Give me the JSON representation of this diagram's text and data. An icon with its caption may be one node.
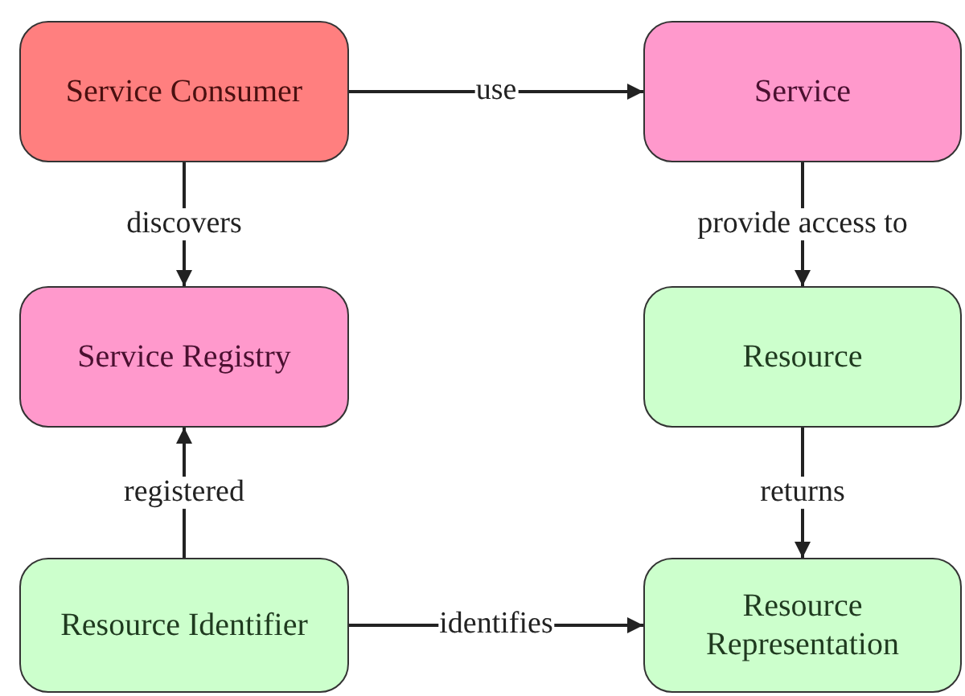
{
  "diagram": {
    "nodes": [
      {
        "text": [
          "Service Consumer"
        ]
      },
      {
        "text": [
          "Service"
        ]
      },
      {
        "text": [
          "Service Registry"
        ]
      },
      {
        "text": [
          "Resource"
        ]
      },
      {
        "text": [
          "Resource Identifier"
        ]
      },
      {
        "text": [
          "Resource Representation"
        ]
      }
    ],
    "edges": [
      {
        "from": 0,
        "to": 1,
        "arrow": "to",
        "label": "use"
      },
      {
        "from": 0,
        "to": 2,
        "arrow": "to",
        "label": "discovers"
      },
      {
        "from": 1,
        "to": 3,
        "arrow": "to",
        "label": "provide access to"
      },
      {
        "from": 4,
        "to": 2,
        "arrow": "to",
        "label": "registered"
      },
      {
        "from": 3,
        "to": 5,
        "arrow": "to",
        "label": "returns"
      },
      {
        "from": 4,
        "to": 5,
        "arrow": "to",
        "label": "identifies"
      }
    ]
  }
}
